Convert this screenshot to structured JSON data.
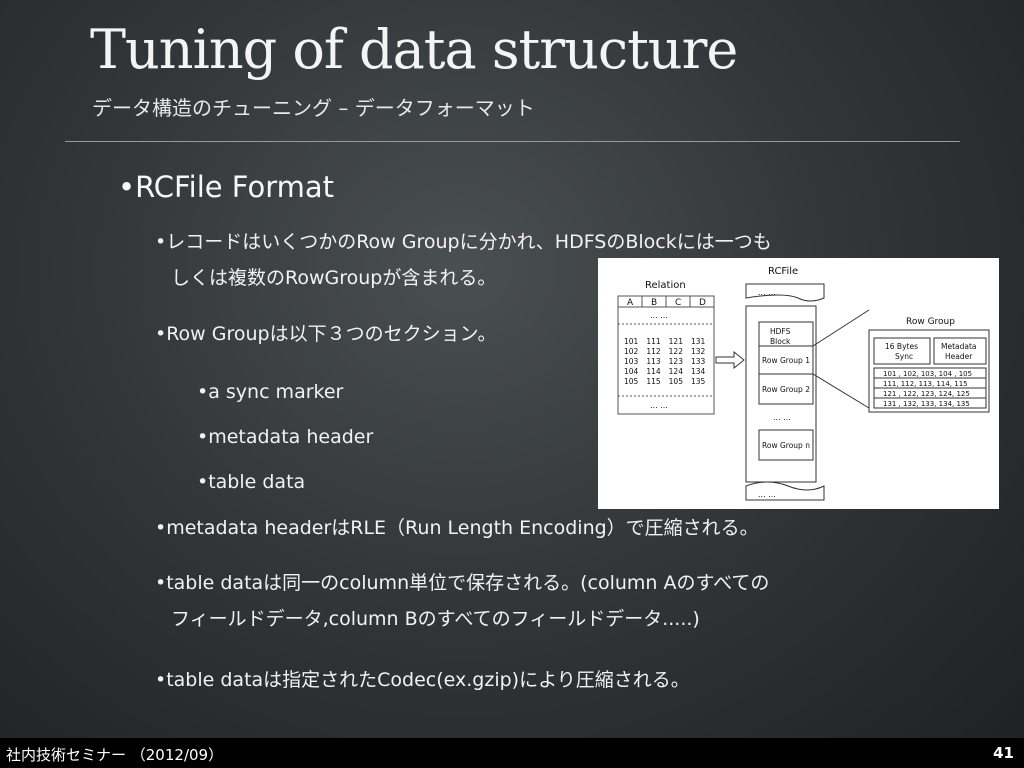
{
  "slide": {
    "title": "Tuning of data structure",
    "subtitle": "データ構造のチューニング – データフォーマット",
    "heading": "•RCFile Format",
    "bullets": {
      "b1_line1": "•レコードはいくつかのRow Groupに分かれ、HDFSのBlockには一つも",
      "b1_line2": "しくは複数のRowGroupが含まれる。",
      "b2": "•Row Groupは以下３つのセクション。",
      "sub1": "•a sync marker",
      "sub2": "•metadata header",
      "sub3": "•table data",
      "b3": "•metadata headerはRLE（Run Length Encoding）で圧縮される。",
      "b4_line1": "•table dataは同一のcolumn単位で保存される。(column Aのすべての",
      "b4_line2": "フィールドデータ,column Bのすべてのフィールドデータ.....)",
      "b5": "•table dataは指定されたCodec(ex.gzip)により圧縮される。"
    }
  },
  "diagram": {
    "relation_label": "Relation",
    "rcfile_label": "RCFile",
    "rowgroup_label": "Row Group",
    "columns": [
      "A",
      "B",
      "C",
      "D"
    ],
    "dots": "... ...",
    "dots_short": "... ...",
    "table_rows": [
      [
        "101",
        "111",
        "121",
        "131"
      ],
      [
        "102",
        "112",
        "122",
        "132"
      ],
      [
        "103",
        "113",
        "123",
        "133"
      ],
      [
        "104",
        "114",
        "124",
        "134"
      ],
      [
        "105",
        "115",
        "105",
        "135"
      ]
    ],
    "hdfs_block_1": "HDFS",
    "hdfs_block_2": "Block",
    "row_group_1": "Row Group 1",
    "row_group_2": "Row Group 2",
    "row_group_n": "Row Group n",
    "sync_1": "16 Bytes",
    "sync_2": "Sync",
    "meta_1": "Metadata",
    "meta_2": "Header",
    "rg_rows": [
      "101 , 102, 103, 104 , 105",
      "111, 112, 113, 114, 115",
      "121 , 122, 123, 124, 125",
      "131 , 132, 133, 134, 135"
    ]
  },
  "footer": {
    "left": "社内技術セミナー （2012/09）",
    "page": "41"
  }
}
